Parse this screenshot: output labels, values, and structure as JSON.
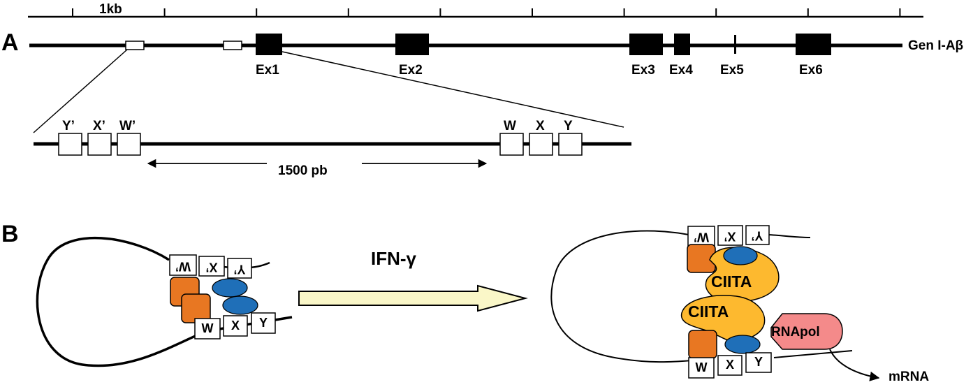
{
  "panel_a": {
    "letter": "A",
    "scale": {
      "label": "1kb",
      "tick_count": 10
    },
    "gene_label": "Gen I-Aβ",
    "exons": [
      "Ex1",
      "Ex2",
      "Ex3",
      "Ex4",
      "Ex5",
      "Ex6"
    ],
    "promoter_left": [
      "Y’",
      "X’",
      "W’"
    ],
    "promoter_right": [
      "W",
      "X",
      "Y"
    ],
    "distance_label": "1500 pb"
  },
  "panel_b": {
    "letter": "B",
    "stimulus": "IFN-γ",
    "left_top_boxes": [
      "W’",
      "X’",
      "Y’"
    ],
    "left_bottom_boxes": [
      "W",
      "X",
      "Y"
    ],
    "right_top_boxes": [
      "W’",
      "X’",
      "Y’"
    ],
    "right_bottom_boxes": [
      "W",
      "X",
      "Y"
    ],
    "ciita": [
      "CIITA",
      "CIITA"
    ],
    "rna_pol": "RNApol",
    "transcript": "mRNA"
  },
  "colors": {
    "orange_factor": "#E87722",
    "blue_factor": "#1F6FB8",
    "ciita": "#FDB92F",
    "rna_pol": "#F48A8A",
    "arrow_fill": "#FAF7C8"
  }
}
